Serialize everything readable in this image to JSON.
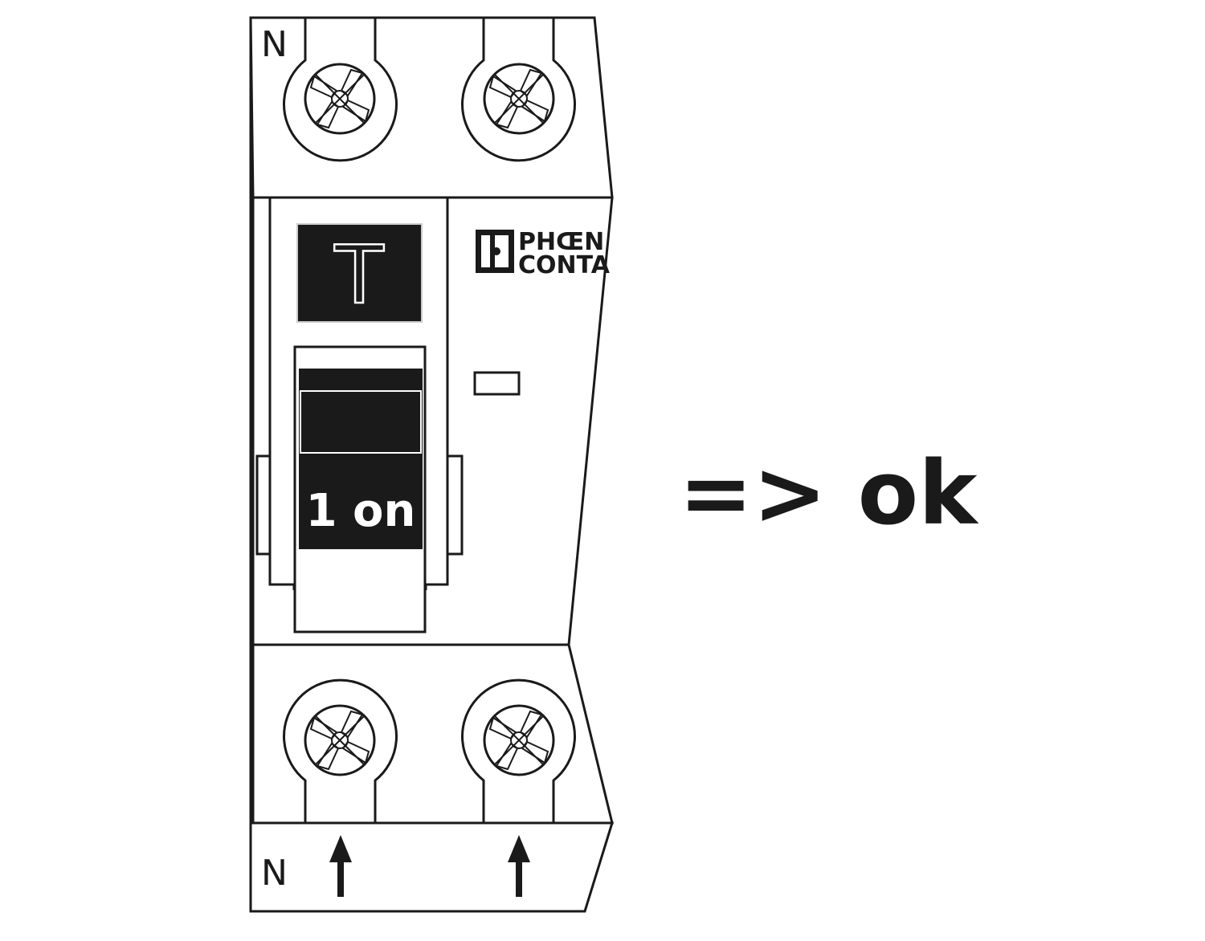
{
  "labels": {
    "top_neutral": "N",
    "bottom_neutral": "N",
    "test_button": "T",
    "switch_state": "1 on",
    "brand_line1": "PHŒN",
    "brand_line2": "CONTA",
    "result": "=> ok"
  },
  "colors": {
    "ink": "#1a1a1a",
    "background": "#ffffff"
  },
  "icons": {
    "terminal_screw": "terminal-screw-icon",
    "current_arrow": "arrow-up-icon",
    "brand_logo": "phoenix-contact-logo-icon"
  }
}
